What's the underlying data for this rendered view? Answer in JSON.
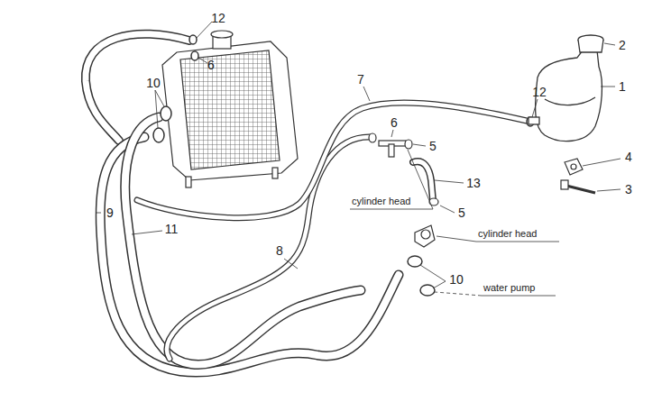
{
  "diagram": {
    "labels": [
      "12",
      "2",
      "6",
      "10",
      "1",
      "7",
      "12",
      "6",
      "5",
      "4",
      "3",
      "13",
      "cylinder head",
      "9",
      "5",
      "11",
      "cylinder head",
      "8",
      "10",
      "water pump"
    ]
  }
}
